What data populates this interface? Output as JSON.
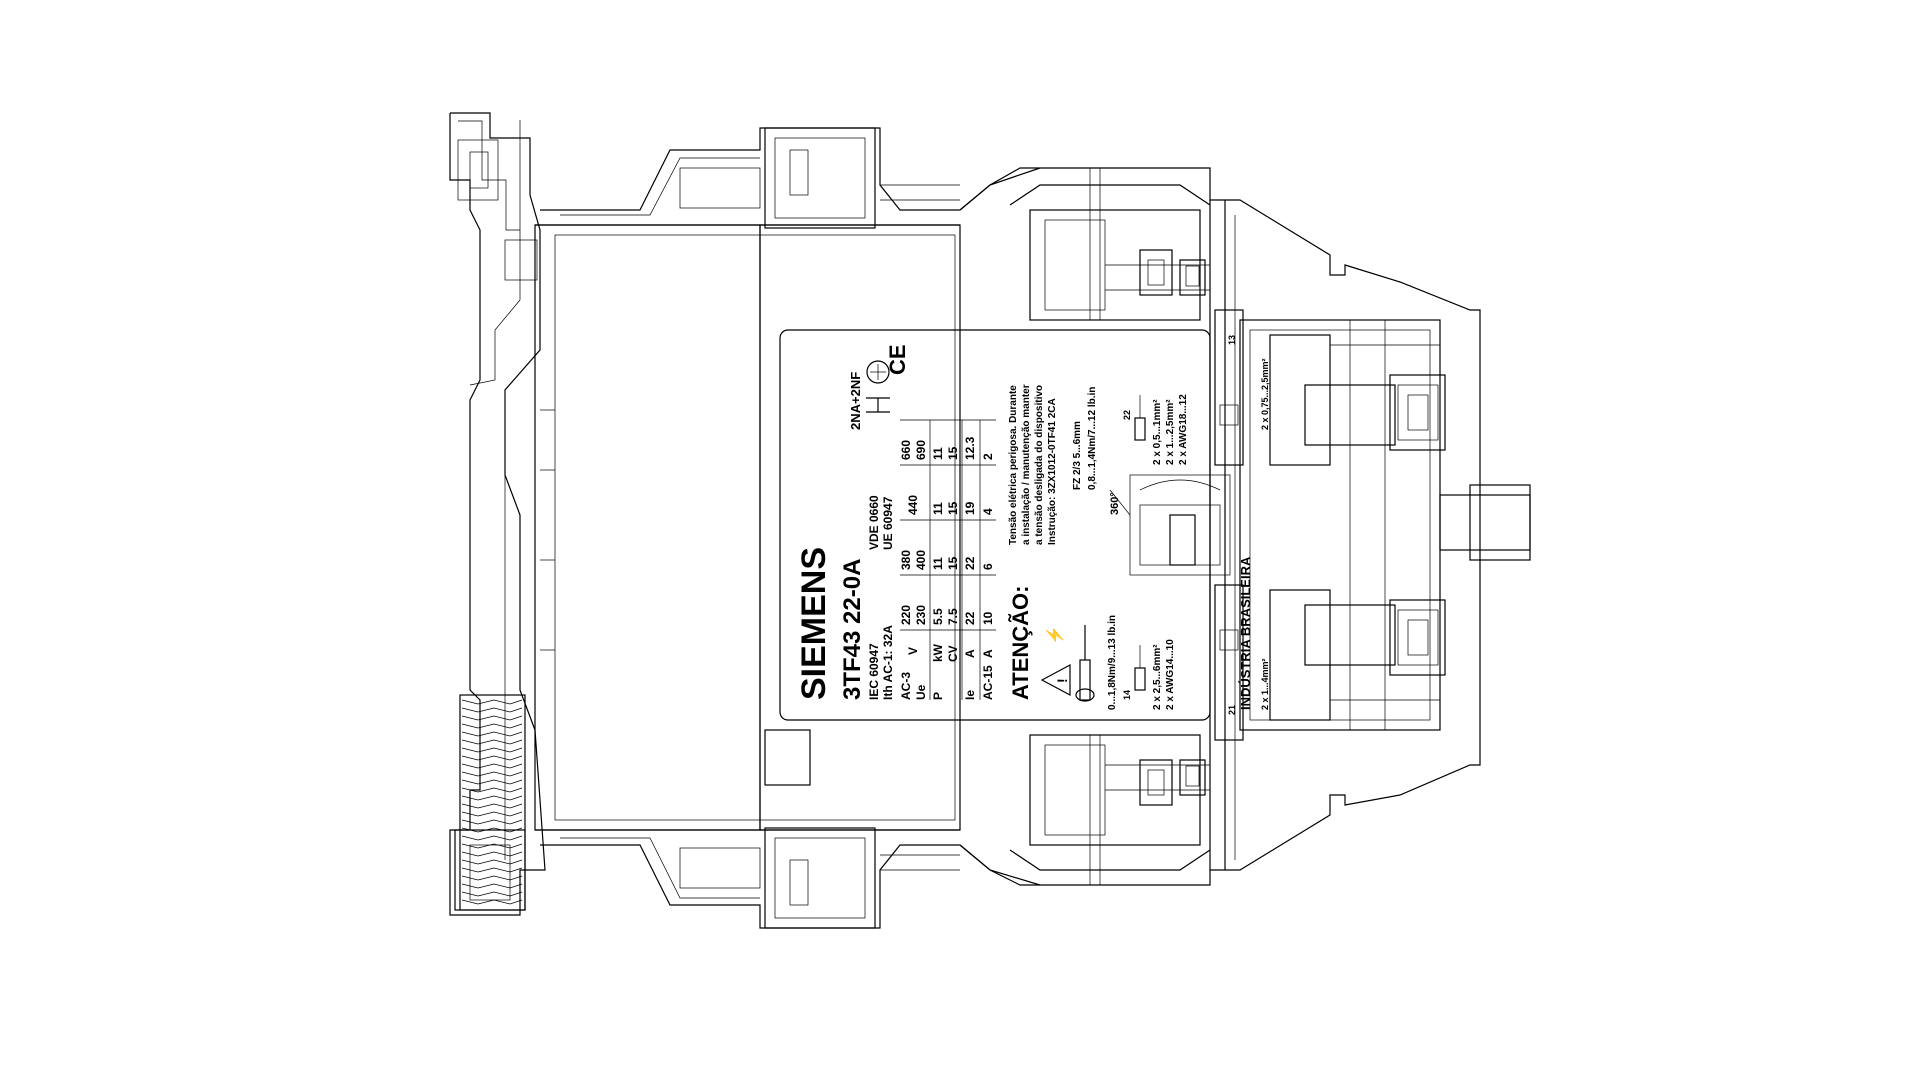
{
  "label": {
    "brand": "SIEMENS",
    "model": "3TF43 22-0A",
    "contacts": "2NA+2NF",
    "std_iec": "IEC 60947",
    "std_vde": "VDE 0660",
    "std_ue": "UE 60947",
    "ith": "Ith AC-1: 32A",
    "ac3": "AC-3",
    "ue": "Ue",
    "volts_unit": "V",
    "volts": [
      "220",
      "380",
      "440",
      "660"
    ],
    "volts2": [
      "230",
      "400",
      "",
      "690"
    ],
    "p_label": "P",
    "kw_unit": "kW",
    "kw": [
      "5.5",
      "11",
      "11",
      "11"
    ],
    "cv_unit": "CV",
    "cv": [
      "7.5",
      "15",
      "15",
      "15"
    ],
    "ie_label": "Ie",
    "a_unit": "A",
    "ie": [
      "22",
      "22",
      "19",
      "12.3"
    ],
    "ac15": "AC-15",
    "ac15_a": [
      "10",
      "6",
      "4",
      "2"
    ],
    "attention": "ATENÇÃO:",
    "warning_lines": [
      "Tensão elétrica perigosa. Durante",
      "a instalação / manutenção manter",
      "a tensão desligada do dispositivo",
      "Instrução: 3ZX1012-0TF41 2CA"
    ],
    "fz": "FZ 2/3 5...6mm",
    "torque1": "0,8...1,4Nm/7...12 lb.in",
    "torque2": "0...1,8Nm/9...13 lb.in",
    "rotation": "360°",
    "wire1": "2 x 0,5...1mm²",
    "wire2": "2 x 1...2,5mm²",
    "wire3": "2 x AWG18...12",
    "wire4": "2 x 2,5...6mm²",
    "wire5": "2 x AWG14...10",
    "term_top": "13",
    "term_bot": "21",
    "term_a": "14",
    "term_b": "22",
    "side_top": "2 x 0,75...2,5mm²",
    "side_bot": "2 x 1...4mm²",
    "made_in": "INDÚSTRIA BRASILEIRA"
  }
}
